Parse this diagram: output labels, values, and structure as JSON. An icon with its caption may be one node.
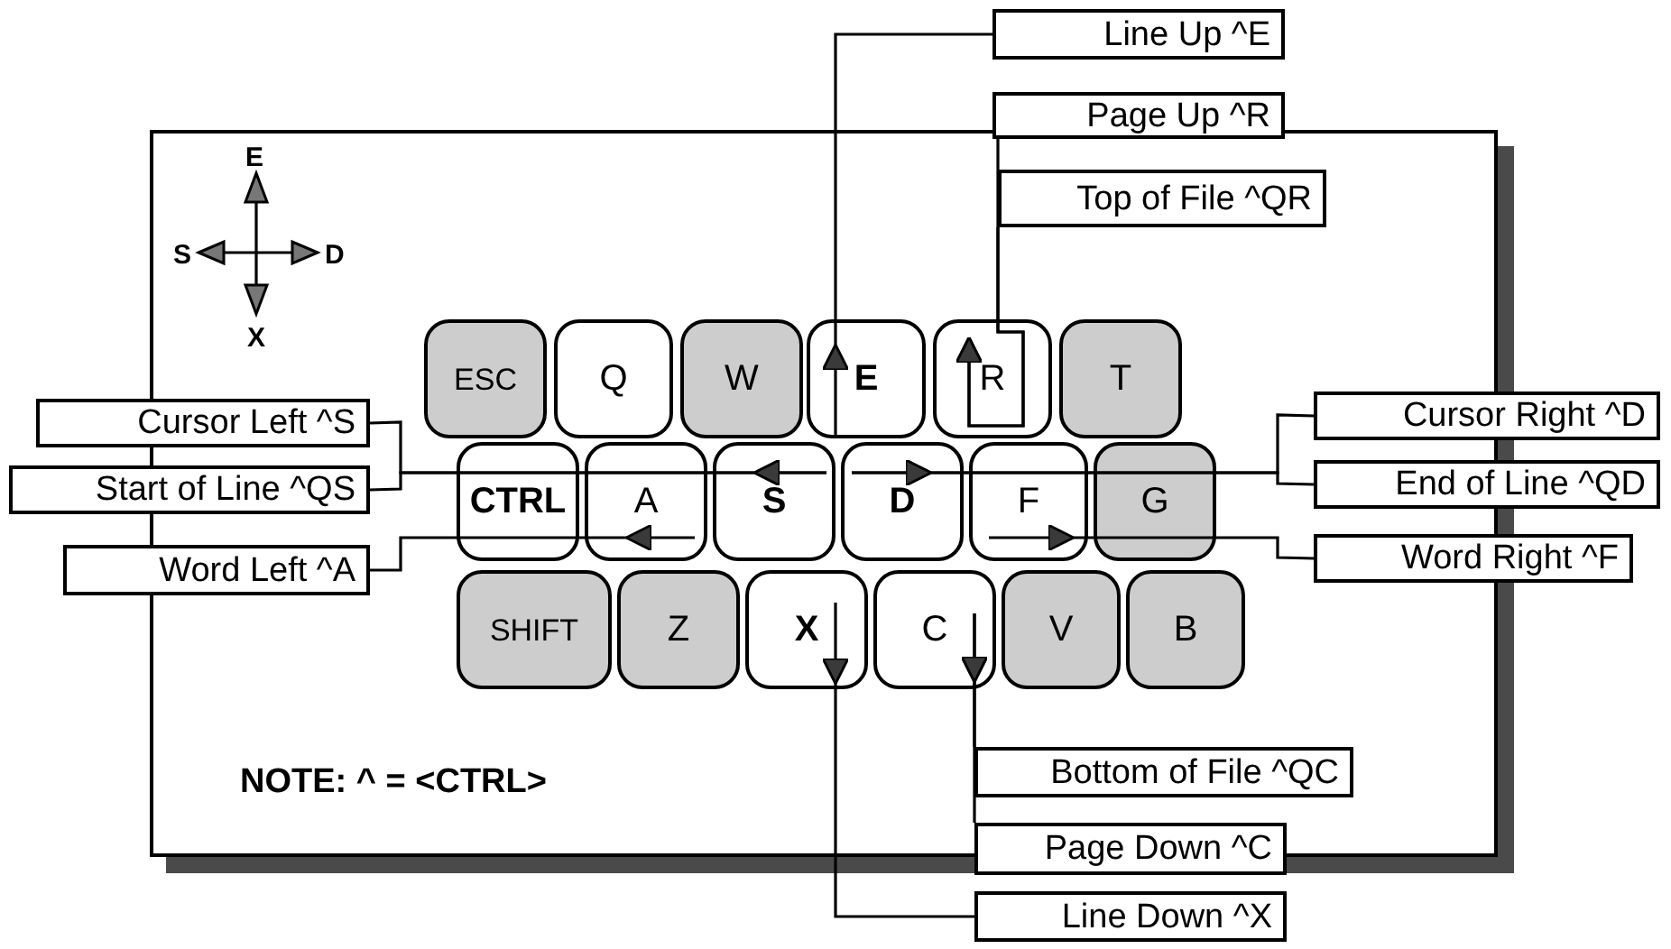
{
  "diagram": {
    "nodes": [
      {
        "text": [
          "NOTE: ^ = <CTRL>"
        ]
      },
      {
        "text": [
          "Line Up ^E"
        ]
      },
      {
        "text": [
          "Page Up ^R"
        ]
      },
      {
        "text": [
          "Top of File ^QR"
        ],
        "in": 0
      },
      {
        "text": [
          "ESC"
        ],
        "in": 0
      },
      {
        "text": [
          "Q"
        ],
        "in": 0
      },
      {
        "text": [
          "W"
        ],
        "in": 0
      },
      {
        "text": [
          "E"
        ],
        "in": 0
      },
      {
        "text": [
          "R"
        ],
        "in": 0
      },
      {
        "text": [
          "T"
        ],
        "in": 0
      },
      {
        "text": [
          "CTRL"
        ],
        "in": 0
      },
      {
        "text": [
          "A"
        ],
        "in": 0
      },
      {
        "text": [
          "S"
        ],
        "in": 0
      },
      {
        "text": [
          "D"
        ],
        "in": 0
      },
      {
        "text": [
          "F"
        ],
        "in": 0
      },
      {
        "text": [
          "G"
        ],
        "in": 0
      },
      {
        "text": [
          "SHIFT"
        ],
        "in": 0
      },
      {
        "text": [
          "Z"
        ],
        "in": 0
      },
      {
        "text": [
          "X"
        ],
        "in": 0
      },
      {
        "text": [
          "C"
        ],
        "in": 0
      },
      {
        "text": [
          "V"
        ],
        "in": 0
      },
      {
        "text": [
          "B"
        ],
        "in": 0
      },
      {
        "text": [
          "Cursor Left ^S"
        ]
      },
      {
        "text": [
          "Start of Line ^QS"
        ]
      },
      {
        "text": [
          "Word Left ^A"
        ]
      },
      {
        "text": [
          "Cursor Right ^D"
        ]
      },
      {
        "text": [
          "End of Line ^QD"
        ]
      },
      {
        "text": [
          "Word Right ^F"
        ]
      },
      {
        "text": [
          "Bottom of File ^QC"
        ],
        "in": 0
      },
      {
        "text": [
          "Page Down ^C"
        ]
      },
      {
        "text": [
          "Line Down ^X"
        ]
      }
    ],
    "edges": [
      {
        "from": 1,
        "to": 7,
        "arrow": "to"
      },
      {
        "from": 2,
        "to": 8,
        "arrow": "to"
      },
      {
        "from": 3,
        "to": 8,
        "arrow": "to"
      },
      {
        "from": 30,
        "to": 18,
        "arrow": "to"
      },
      {
        "from": 28,
        "to": 19,
        "arrow": "to"
      },
      {
        "from": 29,
        "to": 19,
        "arrow": "to"
      },
      {
        "from": 22,
        "to": 12,
        "arrow": "to"
      },
      {
        "from": 23,
        "to": 12,
        "arrow": "to"
      },
      {
        "from": 24,
        "to": 11,
        "arrow": "to"
      },
      {
        "from": 25,
        "to": 13,
        "arrow": "to"
      },
      {
        "from": 26,
        "to": 13,
        "arrow": "to"
      },
      {
        "from": 27,
        "to": 14,
        "arrow": "to"
      }
    ],
    "labels": [
      "E",
      "S",
      "D",
      "X"
    ]
  }
}
